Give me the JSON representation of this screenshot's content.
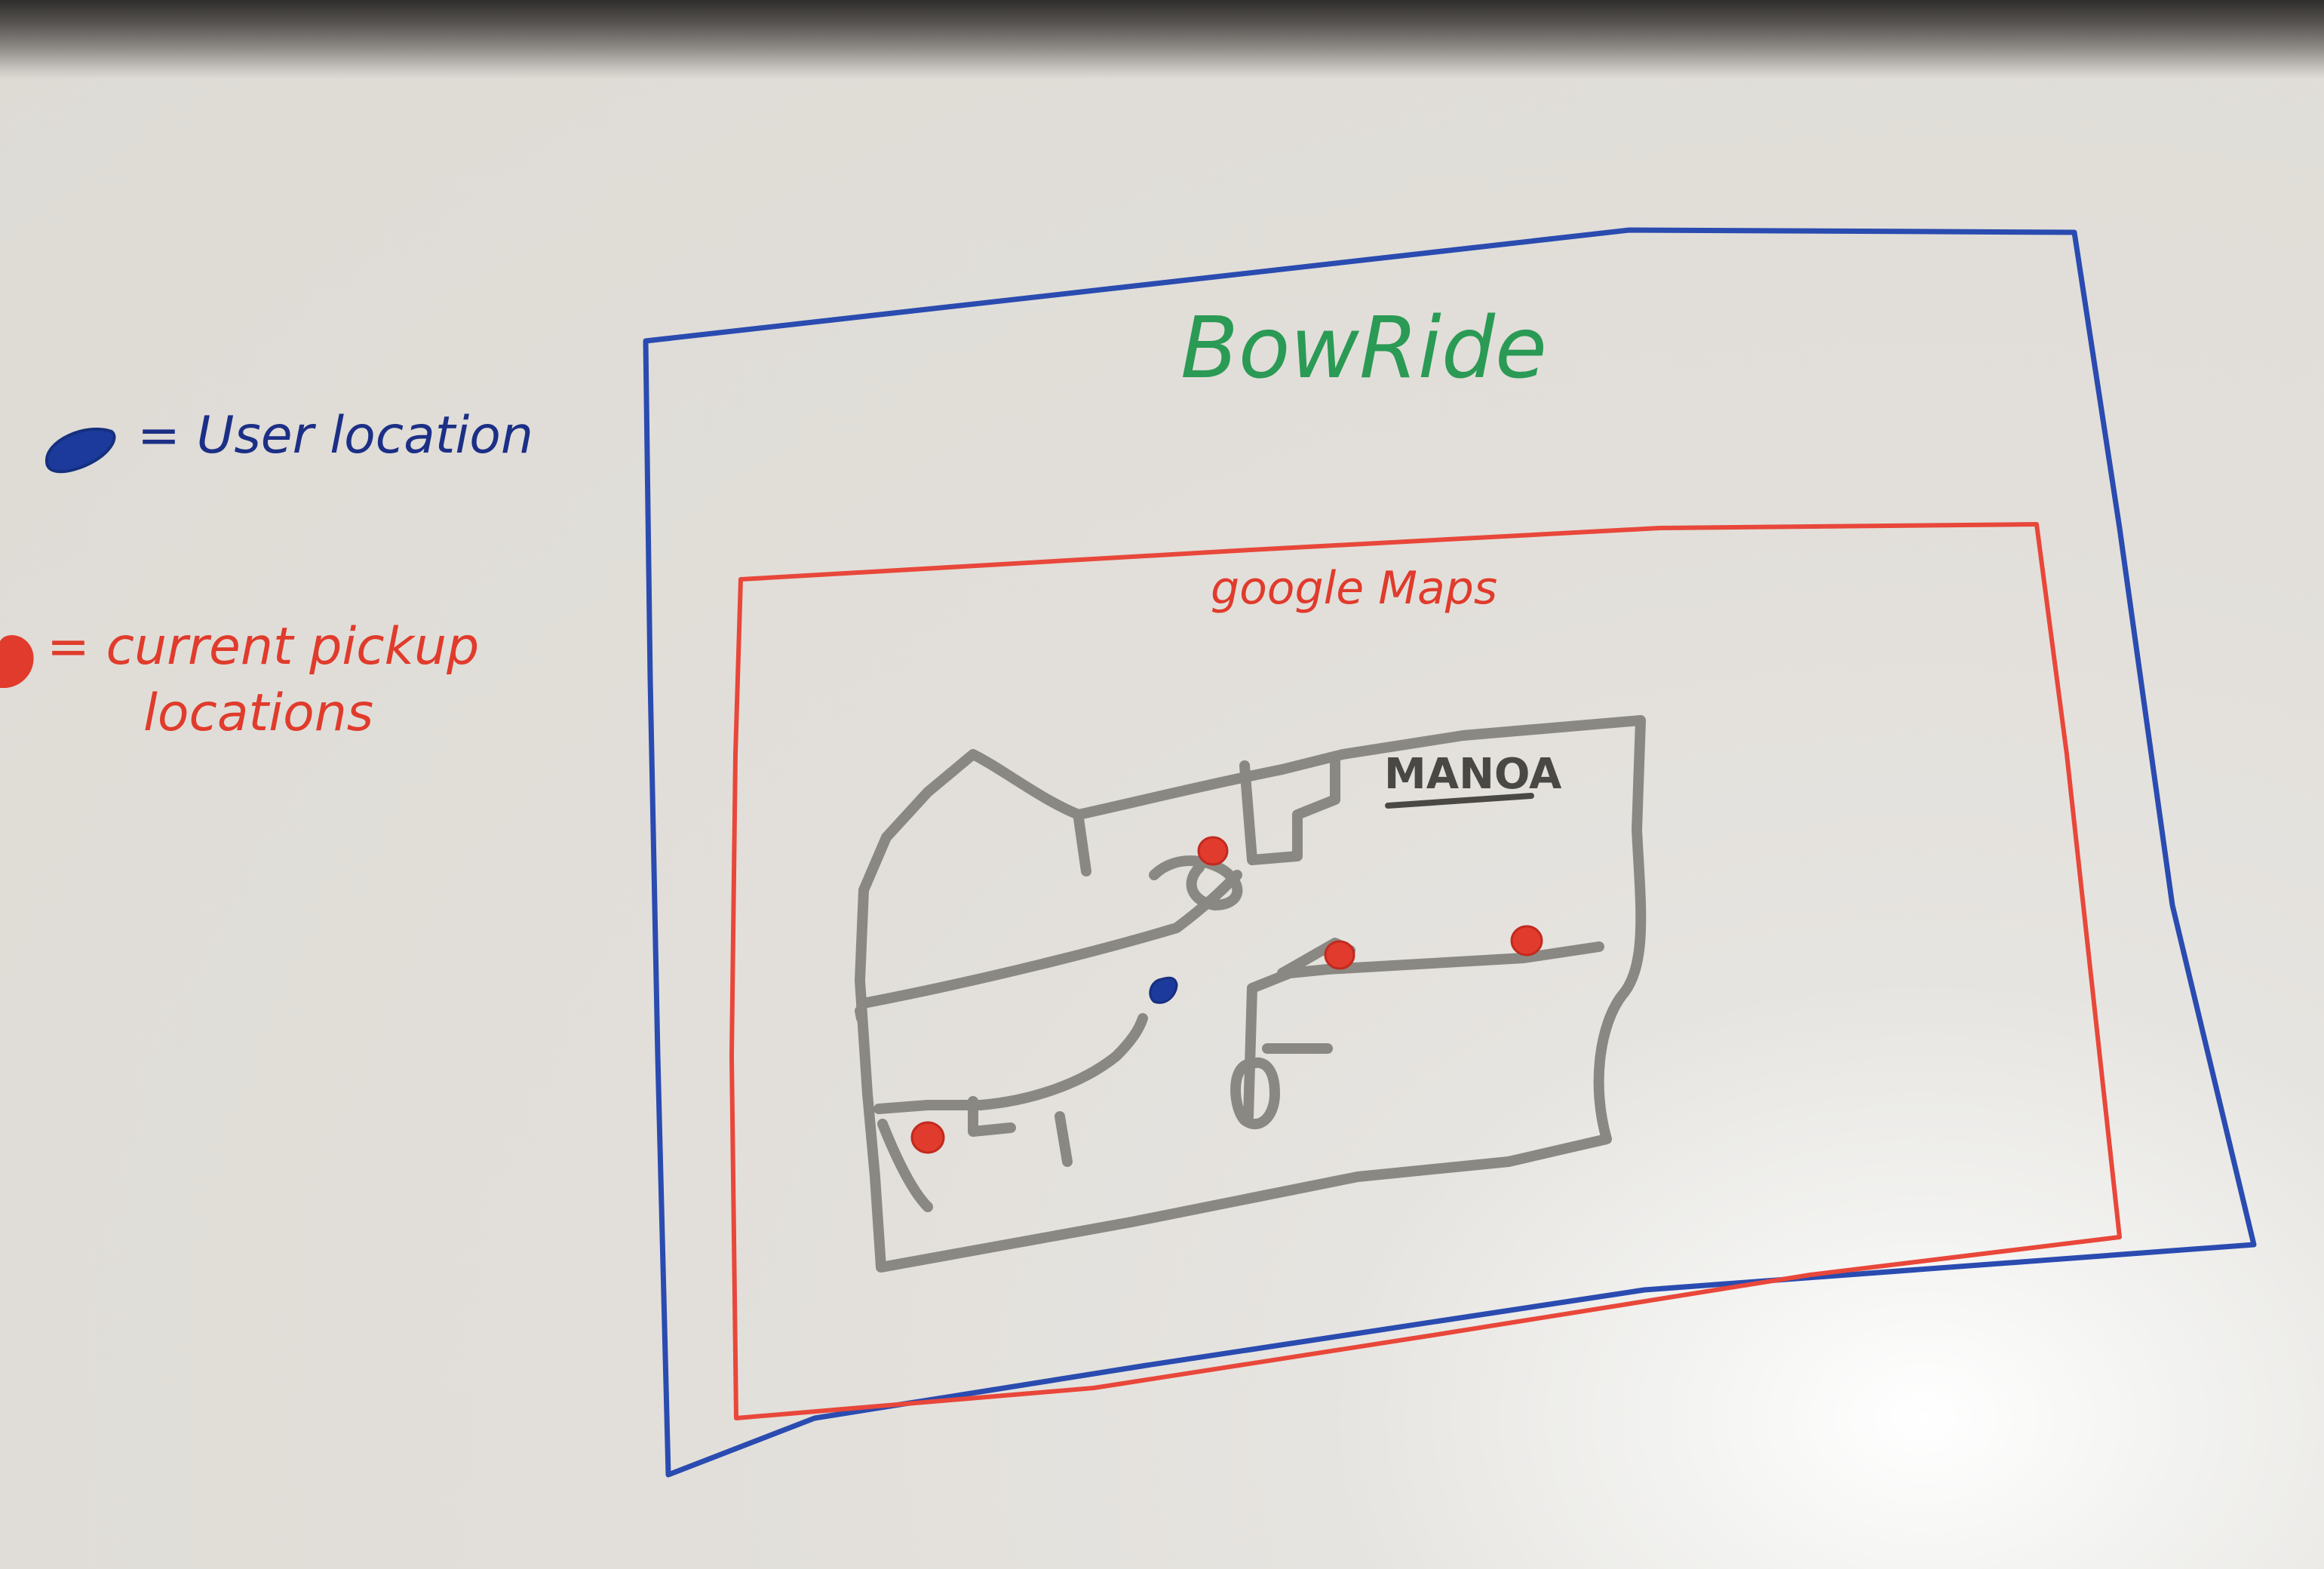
{
  "legend": {
    "user_location": {
      "marker_color": "#1c3a9b",
      "label": "= User location"
    },
    "pickup_locations": {
      "marker_color": "#e03b2c",
      "label_line1": "= current pickup",
      "label_line2": "locations"
    }
  },
  "app_screen": {
    "title": "BowRide",
    "frame_color": "#2a4bb0",
    "title_color": "#2a9a55"
  },
  "map_area": {
    "label": "google Maps",
    "frame_color": "#e8473a",
    "region_label": "MANOA",
    "outline_color": "#8a8882",
    "pickup_markers_count": 4,
    "user_markers_count": 1
  },
  "colors": {
    "board": "#e2dfda",
    "pickup_marker": "#e03b2c",
    "user_marker": "#1c3a9b"
  }
}
